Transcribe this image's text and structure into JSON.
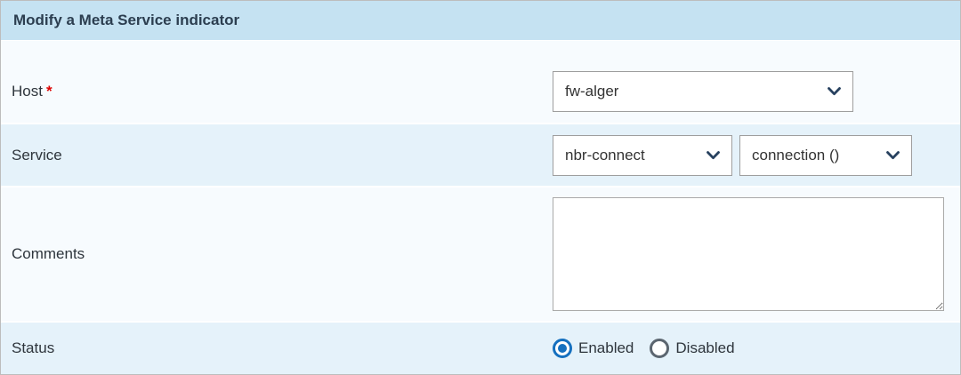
{
  "form": {
    "title": "Modify a Meta Service indicator",
    "host": {
      "label": "Host",
      "required_mark": "*",
      "value": "fw-alger"
    },
    "service": {
      "label": "Service",
      "service_value": "nbr-connect",
      "metric_value": "connection ()"
    },
    "comments": {
      "label": "Comments",
      "value": ""
    },
    "status": {
      "label": "Status",
      "options": [
        {
          "label": "Enabled",
          "selected": true
        },
        {
          "label": "Disabled",
          "selected": false
        }
      ]
    }
  },
  "colors": {
    "header_bg": "#c5e2f2",
    "row_light": "#f7fbfe",
    "row_blue": "#e5f2fa",
    "title_color": "#2c3e50",
    "text_color": "#2e353c",
    "accent_blue": "#1570bf",
    "accent_navy": "#27415f",
    "required_red": "#dd0000"
  }
}
